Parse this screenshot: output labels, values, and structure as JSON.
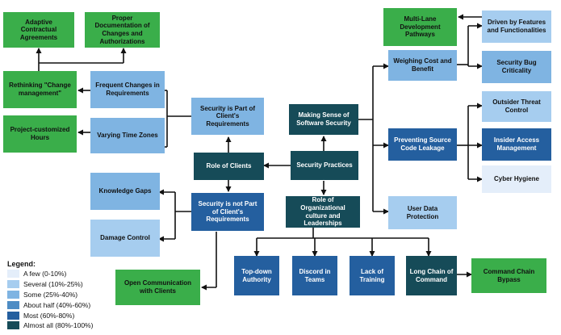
{
  "colors": {
    "green": "#3aae4a",
    "few": "#e4eefa",
    "several": "#a6cdef",
    "some": "#7fb4e2",
    "about_half": "#4d8cc4",
    "most": "#245f9f",
    "almost_all": "#164b58",
    "line": "#111111"
  },
  "nodes": {
    "adaptive": "Adaptive Contractual Agreements",
    "proper_doc": "Proper Documentation of Changes and Authorizations",
    "rethinking": "Rethinking \"Change management\"",
    "frequent": "Frequent Changes in Requirements",
    "project_hours": "Project-customized Hours",
    "time_zones": "Varying Time Zones",
    "sec_part": "Security is Part of Client's Requirements",
    "role_clients": "Role of Clients",
    "knowledge": "Knowledge Gaps",
    "damage": "Damage Control",
    "sec_not_part": "Security is not Part of Client's Requirements",
    "open_comm": "Open Communication with Clients",
    "making_sense": "Making Sense of Software Security",
    "sec_practices": "Security Practices",
    "role_org": "Role of Organizational culture and Leaderships",
    "multi_lane": "Multi-Lane Development Pathways",
    "driven": "Driven by Features and Functionalities",
    "weighing": "Weighing Cost and Benefit",
    "sec_bug": "Security Bug Criticality",
    "outsider": "Outsider Threat Control",
    "preventing": "Preventing Source Code Leakage",
    "insider": "Insider Access Management",
    "cyber": "Cyber Hygiene",
    "user_data": "User Data Protection",
    "top_down": "Top-down Authority",
    "discord": "Discord in Teams",
    "lack_training": "Lack of Training",
    "long_chain": "Long Chain of Command",
    "cmd_bypass": "Command Chain Bypass"
  },
  "legend": {
    "title": "Legend:",
    "items": [
      {
        "label": "A few (0-10%)",
        "color": "#e4eefa"
      },
      {
        "label": "Several (10%-25%)",
        "color": "#a6cdef"
      },
      {
        "label": "Some (25%-40%)",
        "color": "#7fb4e2"
      },
      {
        "label": "About half (40%-60%)",
        "color": "#4d8cc4"
      },
      {
        "label": "Most (60%-80%)",
        "color": "#245f9f"
      },
      {
        "label": "Almost all (80%-100%)",
        "color": "#164b58"
      }
    ]
  }
}
